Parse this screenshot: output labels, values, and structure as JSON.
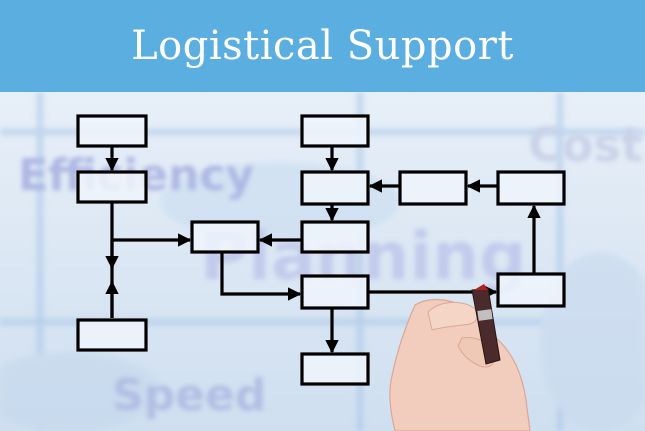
{
  "banner": {
    "title": "Logistical Support",
    "color": "#5aaee0"
  },
  "background_words": {
    "efficiency": "Efficiency",
    "cost": "Cost",
    "planning": "Planning",
    "speed": "Speed"
  },
  "colors": {
    "box_fill": "#eef4fb",
    "line": "#000000",
    "marker_body": "#4a2a2a",
    "skin": "#f2cdbd"
  },
  "flowchart": {
    "box_count": 12,
    "arrow_count": 13
  }
}
